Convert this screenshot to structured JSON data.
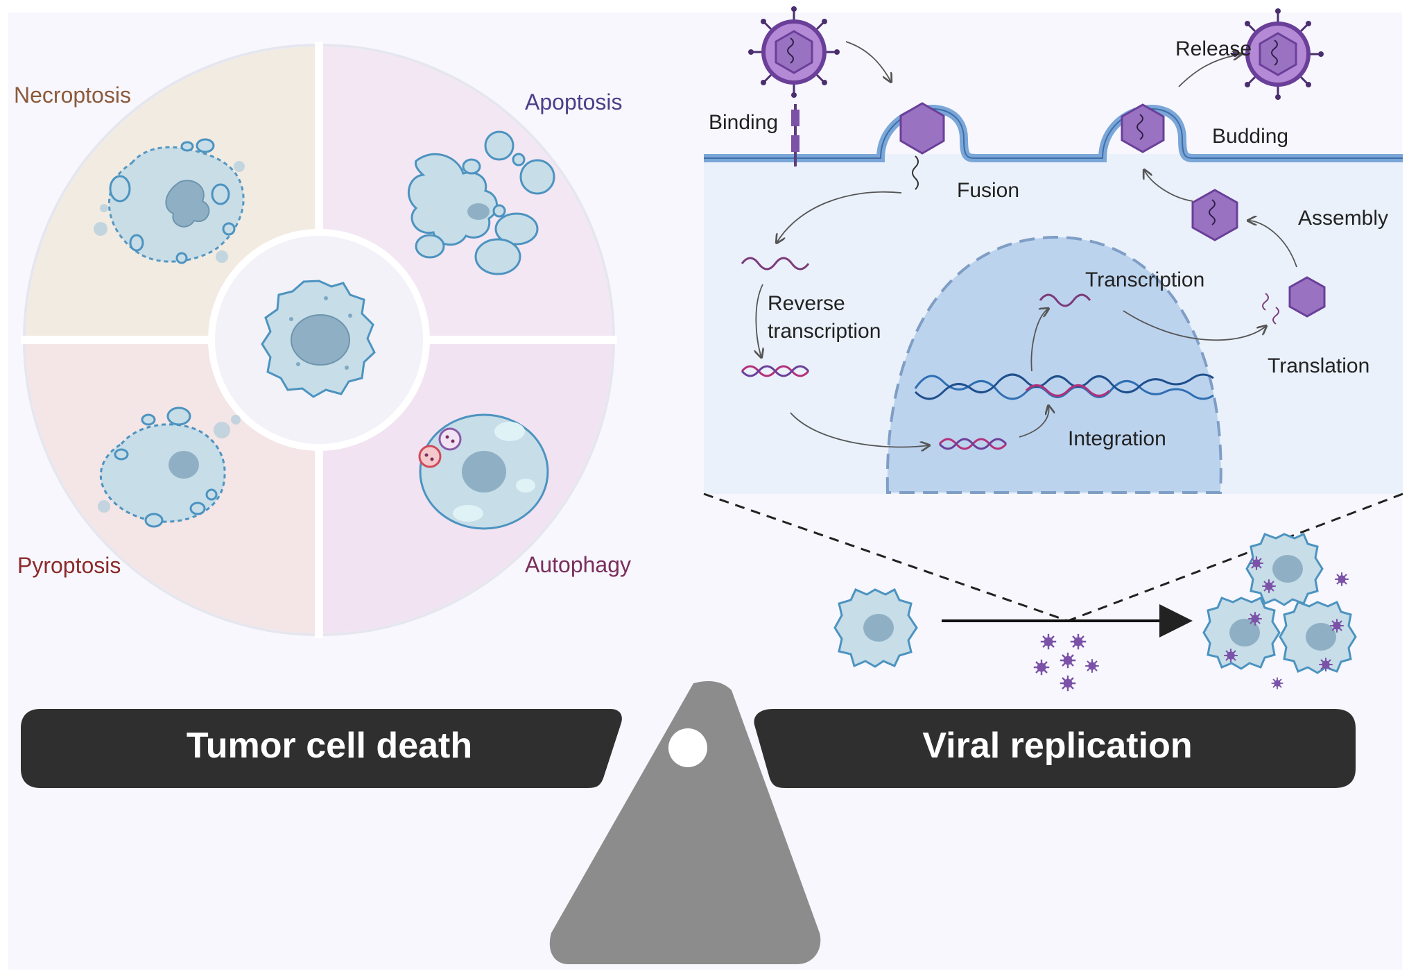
{
  "cell_death": {
    "necroptosis": "Necroptosis",
    "apoptosis": "Apoptosis",
    "pyroptosis": "Pyroptosis",
    "autophagy": "Autophagy"
  },
  "viral_cycle": {
    "binding": "Binding",
    "fusion": "Fusion",
    "release": "Release",
    "budding": "Budding",
    "assembly": "Assembly",
    "reverse_transcription_line1": "Reverse",
    "reverse_transcription_line2": "transcription",
    "transcription": "Transcription",
    "translation": "Translation",
    "integration": "Integration"
  },
  "balance": {
    "left_label": "Tumor cell death",
    "right_label": "Viral replication"
  },
  "colors": {
    "necroptosis": "#8b5a3c",
    "apoptosis": "#4b3f8a",
    "pyroptosis": "#8b2a2a",
    "autophagy": "#7a2e5c",
    "cell_fill": "#c7dde8",
    "cell_stroke": "#4c93c0",
    "virus": "#7b52a8",
    "beam": "#2f2f2f",
    "fulcrum": "#8c8c8c"
  }
}
